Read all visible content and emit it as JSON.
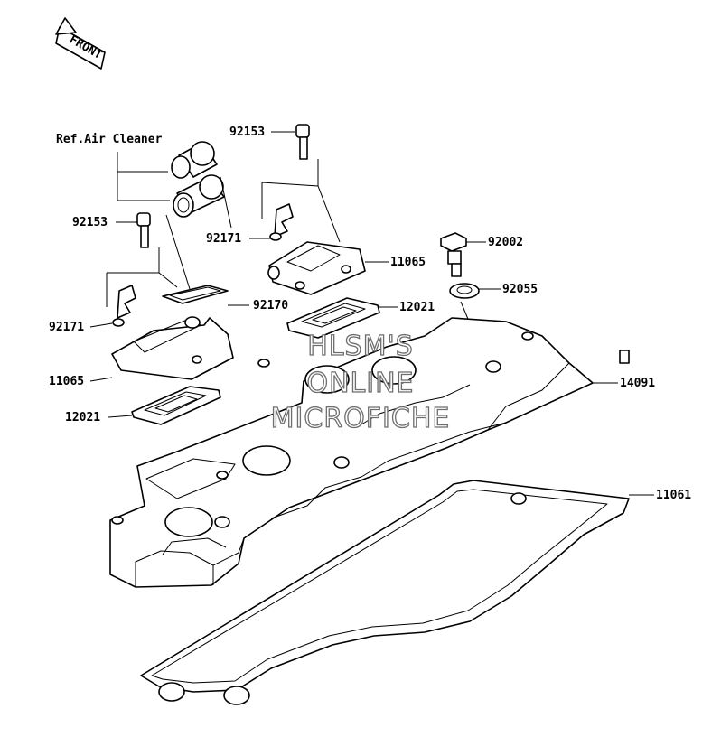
{
  "diagram": {
    "ref_label": "Ref.Air Cleaner",
    "front_arrow": "FRONT",
    "watermark": [
      "HLSM'S",
      "ONLINE",
      "MICROFICHE"
    ],
    "parts": [
      {
        "id": "p-92153-a",
        "number": "92153"
      },
      {
        "id": "p-92153-b",
        "number": "92153"
      },
      {
        "id": "p-92171-a",
        "number": "92171"
      },
      {
        "id": "p-92171-b",
        "number": "92171"
      },
      {
        "id": "p-11065-a",
        "number": "11065"
      },
      {
        "id": "p-11065-b",
        "number": "11065"
      },
      {
        "id": "p-92170",
        "number": "92170"
      },
      {
        "id": "p-12021-a",
        "number": "12021"
      },
      {
        "id": "p-12021-b",
        "number": "12021"
      },
      {
        "id": "p-92002",
        "number": "92002"
      },
      {
        "id": "p-92055",
        "number": "92055"
      },
      {
        "id": "p-14091",
        "number": "14091"
      },
      {
        "id": "p-11061",
        "number": "11061"
      }
    ]
  }
}
